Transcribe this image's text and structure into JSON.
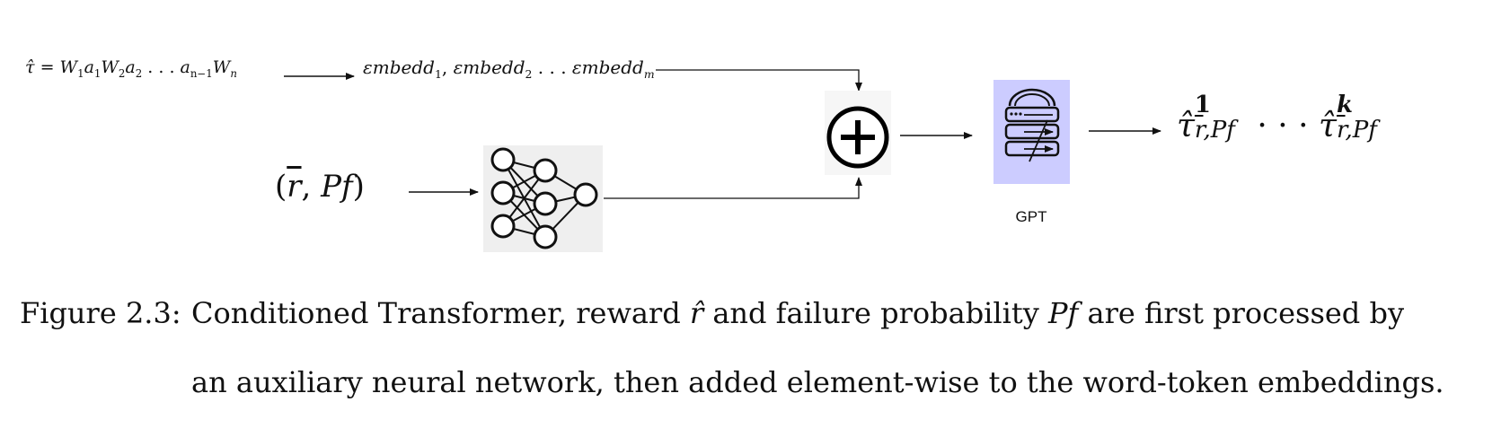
{
  "diagram": {
    "reward_sequence": {
      "tau_hat": "τ̂",
      "equals": "=",
      "terms": [
        {
          "base": "W",
          "sub": "1"
        },
        {
          "base": "a",
          "sub": "1"
        },
        {
          "base": "W",
          "sub": "2"
        },
        {
          "base": "a",
          "sub": "2"
        },
        {
          "base": " . . . ",
          "sub": ""
        },
        {
          "base": "a",
          "sub": "n−1"
        },
        {
          "base": "W",
          "sub": "n"
        }
      ]
    },
    "embedding_sequence": {
      "e1_base": "εmbedd",
      "e1_sub": "1",
      "sep": ", ",
      "e2_base": "εmbedd",
      "e2_sub": "2",
      "dots": " . . . ",
      "em_base": "εmbedd",
      "em_sub": "m"
    },
    "condition_input": {
      "open": "(",
      "r_bar": "r",
      "comma": ", ",
      "pf": "Pf",
      "close": ")"
    },
    "combine_symbol": "⊕",
    "model_label": "GPT",
    "output_sequence": {
      "tau_hat": "τ̂",
      "sup_first": "1",
      "sub_text_r": "r",
      "sub_text_rest": ",Pf",
      "dots": " · · · ",
      "sup_last": "k"
    }
  },
  "caption": {
    "number": "Figure 2.3:",
    "line1_a": "Conditioned Transformer, reward ",
    "line1_r_hat": "r̂",
    "line1_b": " and failure probability ",
    "line1_pf": "Pf",
    "line1_c": " are first processed by",
    "line2": "an auxiliary neural network, then added element-wise to the word-token embeddings."
  },
  "colors": {
    "gpt_box": "#ccccff",
    "nn_box": "#efefef",
    "stroke": "#111111"
  },
  "icons": {
    "combine": "circle-plus-icon",
    "neural_network": "neural-network-icon",
    "gpt": "server-stack-icon"
  }
}
